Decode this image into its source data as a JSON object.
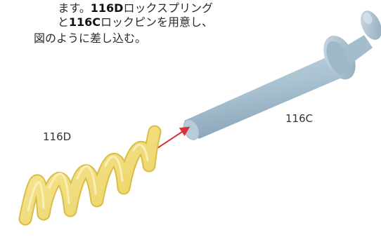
{
  "instruction": {
    "line1": {
      "pre": "ます。",
      "bold": "116D",
      "post": "ロックスプリング"
    },
    "line2": {
      "pre": "と",
      "bold": "116C",
      "post": "ロックピンを用意し、"
    },
    "line3": {
      "text": "図のように差し込む。"
    }
  },
  "parts": {
    "spring": {
      "label": "116D",
      "color": "#f2de78"
    },
    "pin": {
      "label": "116C",
      "color": "#a9c3d2"
    }
  },
  "arrow": {
    "color": "#d7333a",
    "icon": "insert-arrow-icon"
  }
}
